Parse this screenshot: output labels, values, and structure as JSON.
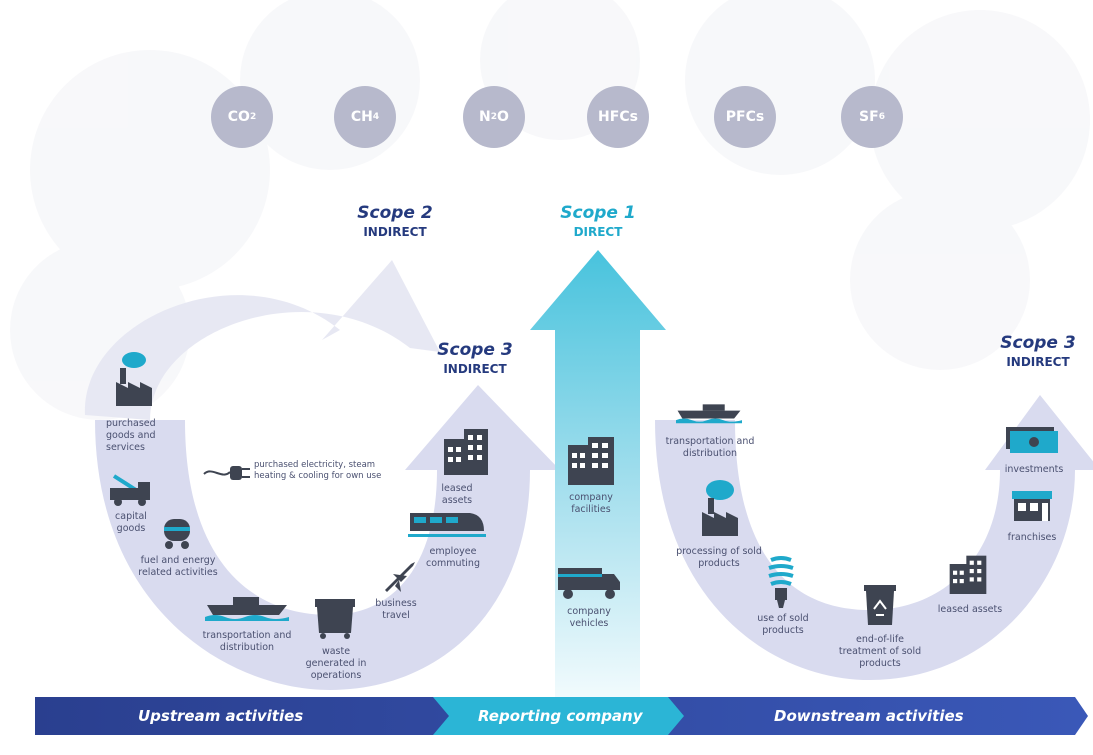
{
  "gases": [
    {
      "formula": "CO",
      "sub": "2"
    },
    {
      "formula": "CH",
      "sub": "4"
    },
    {
      "formula": "N",
      "sub": "2",
      "tail": "O"
    },
    {
      "formula": "HFCs",
      "sub": ""
    },
    {
      "formula": "PFCs",
      "sub": ""
    },
    {
      "formula": "SF",
      "sub": "6"
    }
  ],
  "scopes": {
    "scope2": {
      "title": "Scope 2",
      "subtitle": "INDIRECT"
    },
    "scope1": {
      "title": "Scope 1",
      "subtitle": "DIRECT"
    },
    "scope3_up": {
      "title": "Scope 3",
      "subtitle": "INDIRECT"
    },
    "scope3_down": {
      "title": "Scope 3",
      "subtitle": "INDIRECT"
    }
  },
  "upstream_items": {
    "purchased_goods": "purchased goods and services",
    "purchased_electricity": "purchased electricity, steam heating & cooling for own use",
    "capital_goods": "capital goods",
    "fuel_energy": "fuel and energy related activities",
    "transportation": "transportation and distribution",
    "waste": "waste generated in operations",
    "business_travel": "business travel",
    "employee_commuting": "employee commuting",
    "leased_assets": "leased assets"
  },
  "reporting_items": {
    "company_facilities": "company facilities",
    "company_vehicles": "company vehicles"
  },
  "downstream_items": {
    "transportation": "transportation and distribution",
    "processing": "processing of sold products",
    "use": "use of sold products",
    "end_of_life": "end-of-life treatment of sold products",
    "leased_assets": "leased assets",
    "franchises": "franchises",
    "investments": "investments"
  },
  "band": {
    "upstream": "Upstream activities",
    "reporting": "Reporting company",
    "downstream": "Downstream activities"
  },
  "colors": {
    "navy": "#253a7e",
    "teal": "#1fa9cb",
    "lavender": "#d9dbef",
    "gas_gray": "#b7b9cc",
    "icon_dark": "#3e4451"
  }
}
